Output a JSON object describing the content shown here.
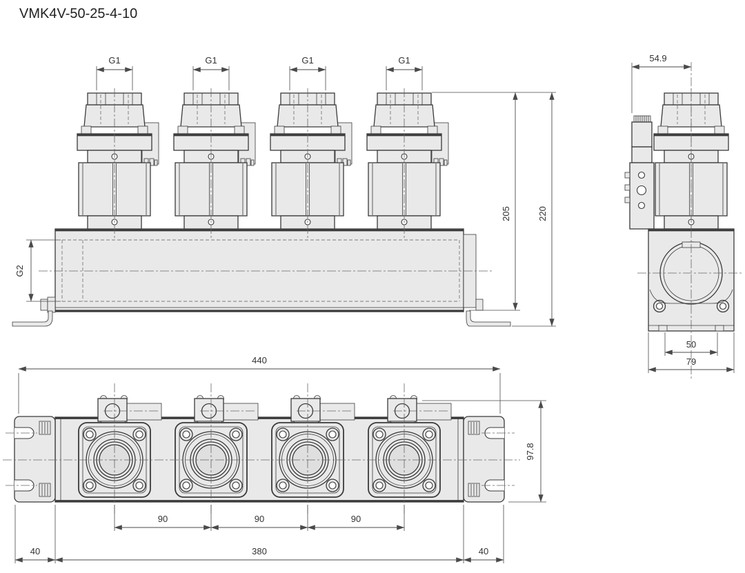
{
  "title": "VMK4V-50-25-4-10",
  "colors": {
    "line": "#3a3a3a",
    "part_fill": "#e9e9e9",
    "dimension": "#4a4a4a",
    "background": "#ffffff"
  },
  "front_view": {
    "port_label": "G1",
    "inlet_label": "G2",
    "dim_valve_height": "205",
    "dim_total_height": "220"
  },
  "side_view": {
    "dim_center_offset": "54.9",
    "dim_port_pitch": "50",
    "dim_body_width": "79"
  },
  "bottom_view": {
    "dim_overall_length": "440",
    "dim_body_length": "380",
    "dim_end_offset": "40",
    "dim_valve_pitch": "90",
    "dim_body_height": "97.8"
  }
}
